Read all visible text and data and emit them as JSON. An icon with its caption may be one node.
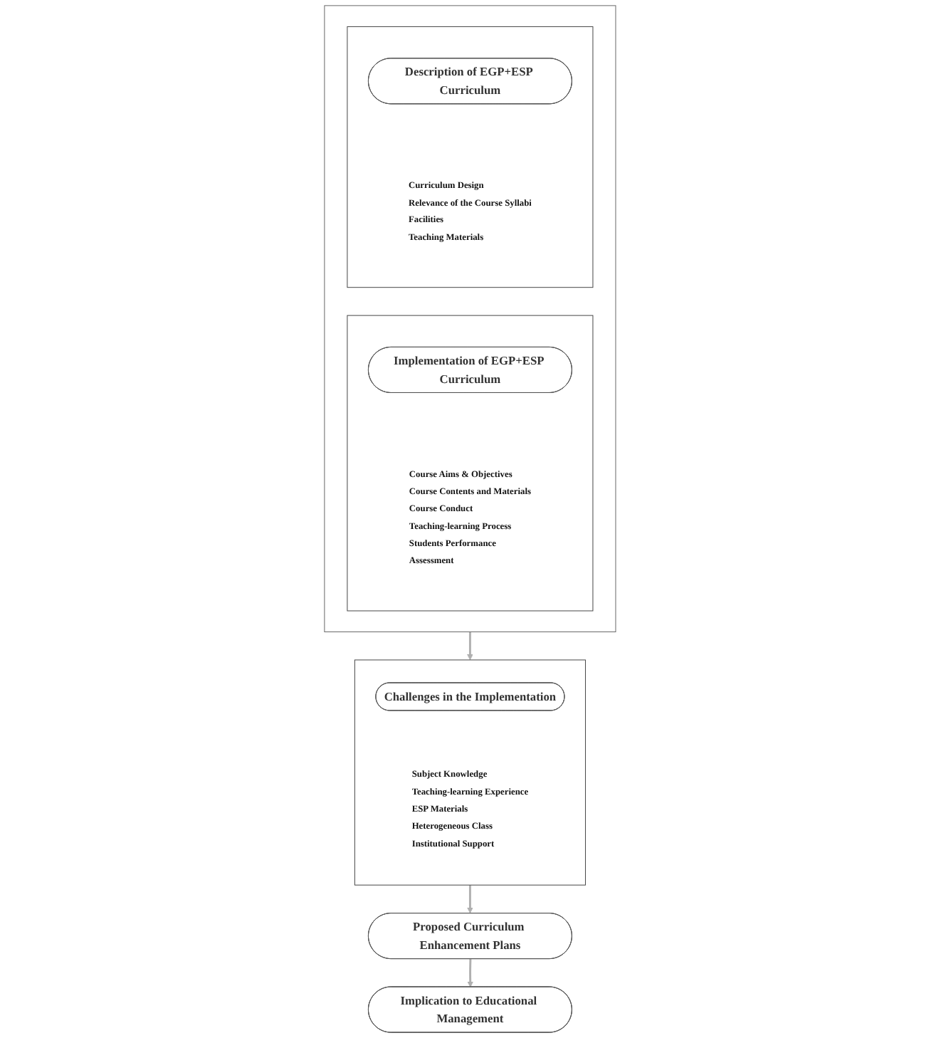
{
  "diagram": {
    "nodes": [
      {
        "text": [],
        "shape": "box"
      },
      {
        "text": [
          "Curriculum Design",
          "Relevance of the Course Syllabi",
          "Facilities",
          "Teaching Materials"
        ],
        "in": 0
      },
      {
        "text": [
          "Description of EGP+ESP Curriculum"
        ],
        "in": 1
      },
      {
        "text": [
          "Course Aims & Objectives",
          "Course Contents and Materials",
          "Course Conduct",
          "Teaching-learning Process",
          "Students Performance",
          "Assessment"
        ],
        "in": 0
      },
      {
        "text": [
          "Implementation of EGP+ESP Curriculum"
        ],
        "in": 3
      },
      {
        "text": [
          "Subject Knowledge",
          "Teaching-learning Experience",
          "ESP Materials",
          "Heterogeneous Class",
          "Institutional Support"
        ]
      },
      {
        "text": [
          "Challenges in the Implementation"
        ],
        "in": 5
      },
      {
        "text": [
          "Proposed Curriculum Enhancement Plans"
        ]
      },
      {
        "text": [
          "Implication to Educational Management"
        ]
      }
    ],
    "edges": [
      {
        "from": 0,
        "to": 5,
        "arrow": "to"
      },
      {
        "from": 5,
        "to": 7,
        "arrow": "to"
      },
      {
        "from": 7,
        "to": 8,
        "arrow": "to"
      }
    ]
  }
}
